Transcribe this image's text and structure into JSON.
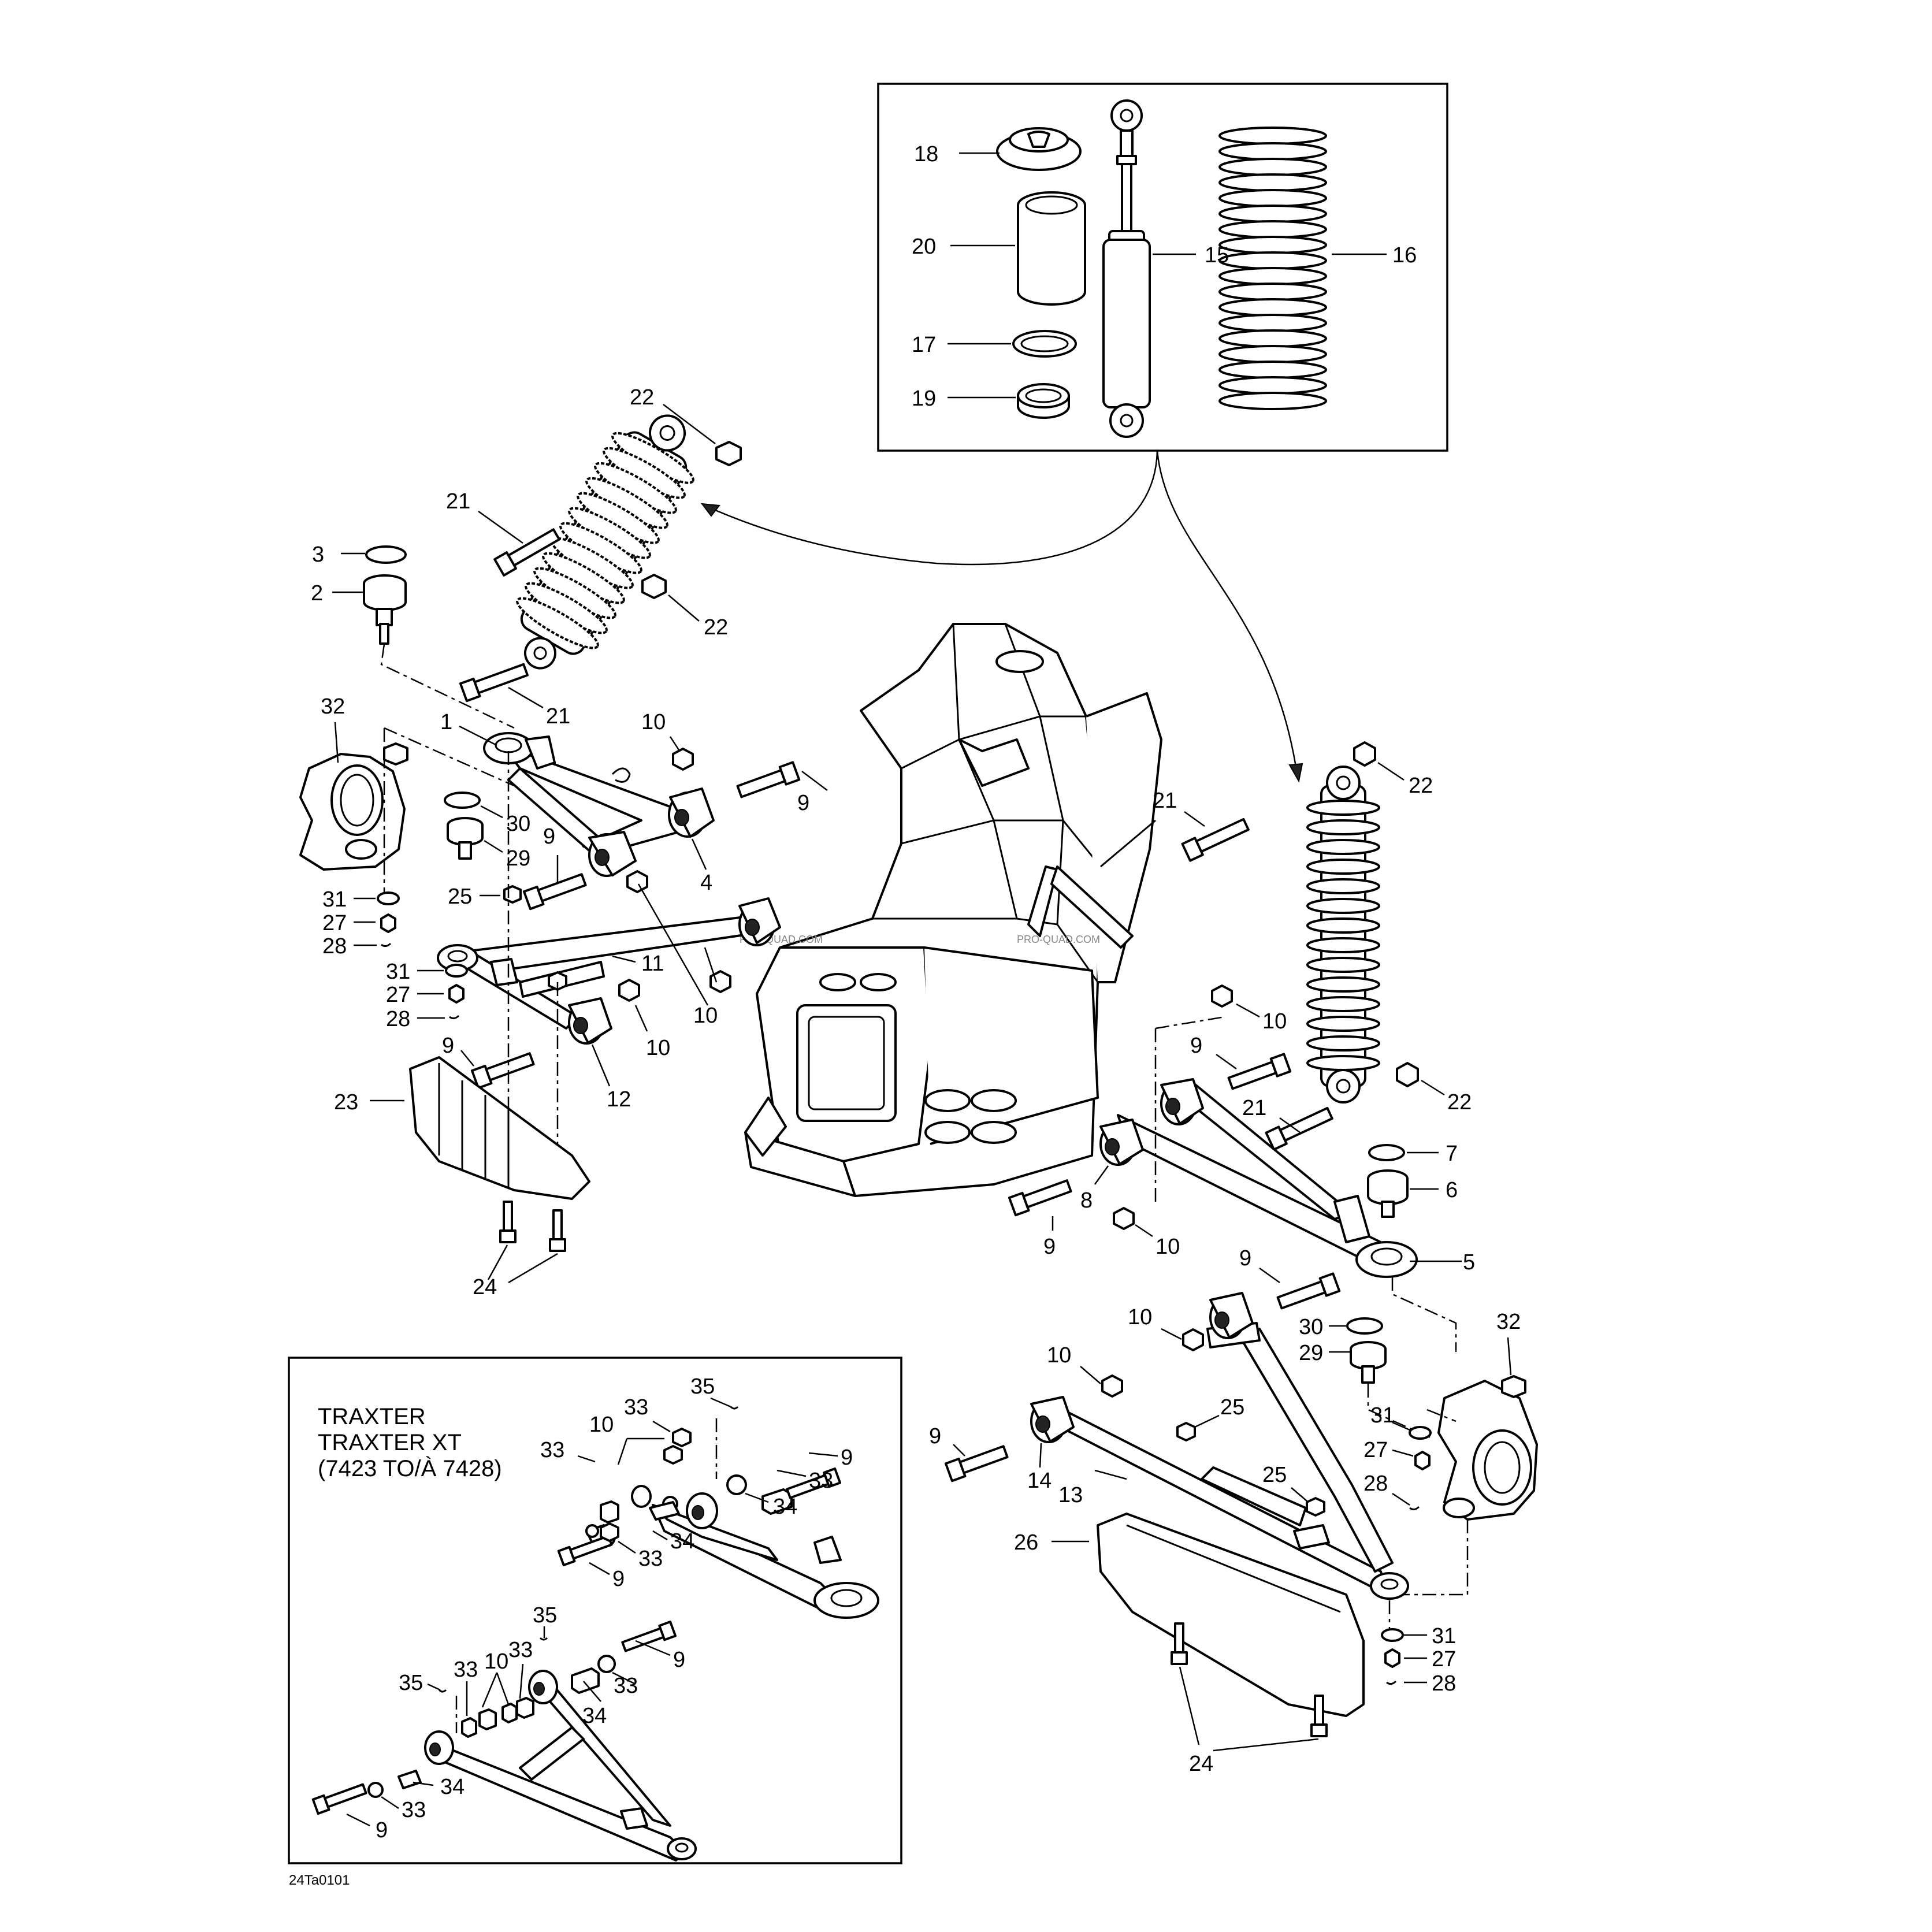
{
  "diagram_code": "24Ta0101",
  "watermark": "PRO-QUAD.COM",
  "inset_box": {
    "title_lines": [
      "TRAXTER",
      "TRAXTER XT",
      "(7423 TO/À 7428)"
    ]
  },
  "callouts": {
    "c1": "1",
    "c2": "2",
    "c3": "3",
    "c4": "4",
    "c5": "5",
    "c6": "6",
    "c7": "7",
    "c8": "8",
    "c9a": "9",
    "c9b": "9",
    "c9c": "9",
    "c9d": "9",
    "c9e": "9",
    "c9f": "9",
    "c9g": "9",
    "c10a": "10",
    "c10b": "10",
    "c10c": "10",
    "c10d": "10",
    "c10e": "10",
    "c10f": "10",
    "c10g": "10",
    "c11": "11",
    "c12": "12",
    "c13": "13",
    "c14": "14",
    "c15": "15",
    "c16": "16",
    "c17": "17",
    "c18": "18",
    "c19": "19",
    "c20": "20",
    "c21a": "21",
    "c21b": "21",
    "c21c": "21",
    "c21d": "21",
    "c22a": "22",
    "c22b": "22",
    "c22c": "22",
    "c22d": "22",
    "c23": "23",
    "c24a": "24",
    "c24b": "24",
    "c25a": "25",
    "c25b": "25",
    "c25c": "25",
    "c26": "26",
    "c27a": "27",
    "c27b": "27",
    "c27c": "27",
    "c27d": "27",
    "c28a": "28",
    "c28b": "28",
    "c28c": "28",
    "c28d": "28",
    "c29a": "29",
    "c29b": "29",
    "c30a": "30",
    "c30b": "30",
    "c31a": "31",
    "c31b": "31",
    "c31c": "31",
    "c31d": "31",
    "c32a": "32",
    "c32b": "32",
    "i10a": "10",
    "i33a": "33",
    "i35a": "35",
    "i33b": "33",
    "i9a": "9",
    "i33c": "33",
    "i34a": "34",
    "i34b": "34",
    "i33d": "33",
    "i9b": "9",
    "i35b": "35",
    "i10b": "10",
    "i33e": "33",
    "i9c": "9",
    "i35c": "35",
    "i33f": "33",
    "i33g": "33",
    "i34c": "34",
    "i34d": "34",
    "i33h": "33",
    "i9d": "9"
  }
}
